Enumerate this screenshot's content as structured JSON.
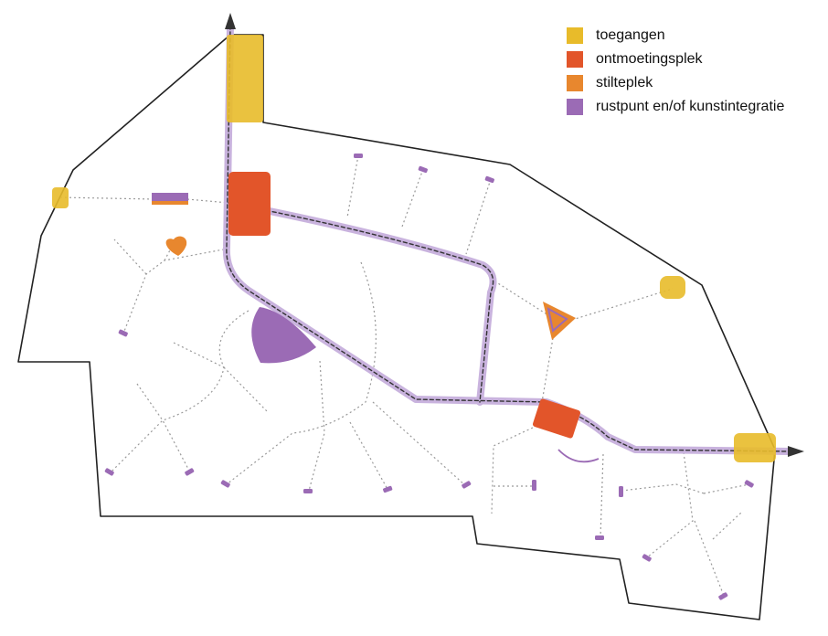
{
  "legend": {
    "items": [
      {
        "key": "toegangen",
        "label": "toegangen",
        "color": "#E8BB2A"
      },
      {
        "key": "ontmoetingsplek",
        "label": "ontmoetingsplek",
        "color": "#E2552A"
      },
      {
        "key": "stilteplek",
        "label": "stilteplek",
        "color": "#E8872E"
      },
      {
        "key": "rustpunt",
        "label": "rustpunt en/of kunstintegratie",
        "color": "#9B6BB5"
      }
    ]
  },
  "colors": {
    "boundary": "#222222",
    "main_route": "#C9B3DE",
    "main_route_dash": "#333333",
    "side_path": "#9A9A9A",
    "arrow": "#333333"
  },
  "icons": [
    "arrow-north-icon",
    "arrow-east-icon"
  ]
}
